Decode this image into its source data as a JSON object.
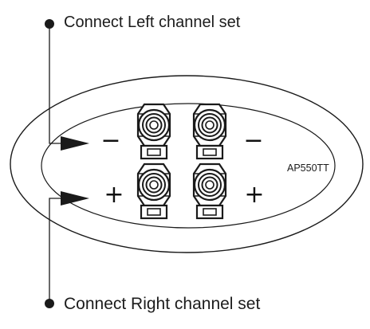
{
  "callouts": {
    "left_channel": "Connect Left channel set",
    "right_channel": "Connect Right channel set"
  },
  "plate": {
    "model": "AP550TT"
  },
  "terminals": {
    "minus_left": "−",
    "minus_right": "−",
    "plus_left": "+",
    "plus_right": "+"
  },
  "colors": {
    "line": "#1a1a1a",
    "plate_fill": "#ffffff"
  }
}
